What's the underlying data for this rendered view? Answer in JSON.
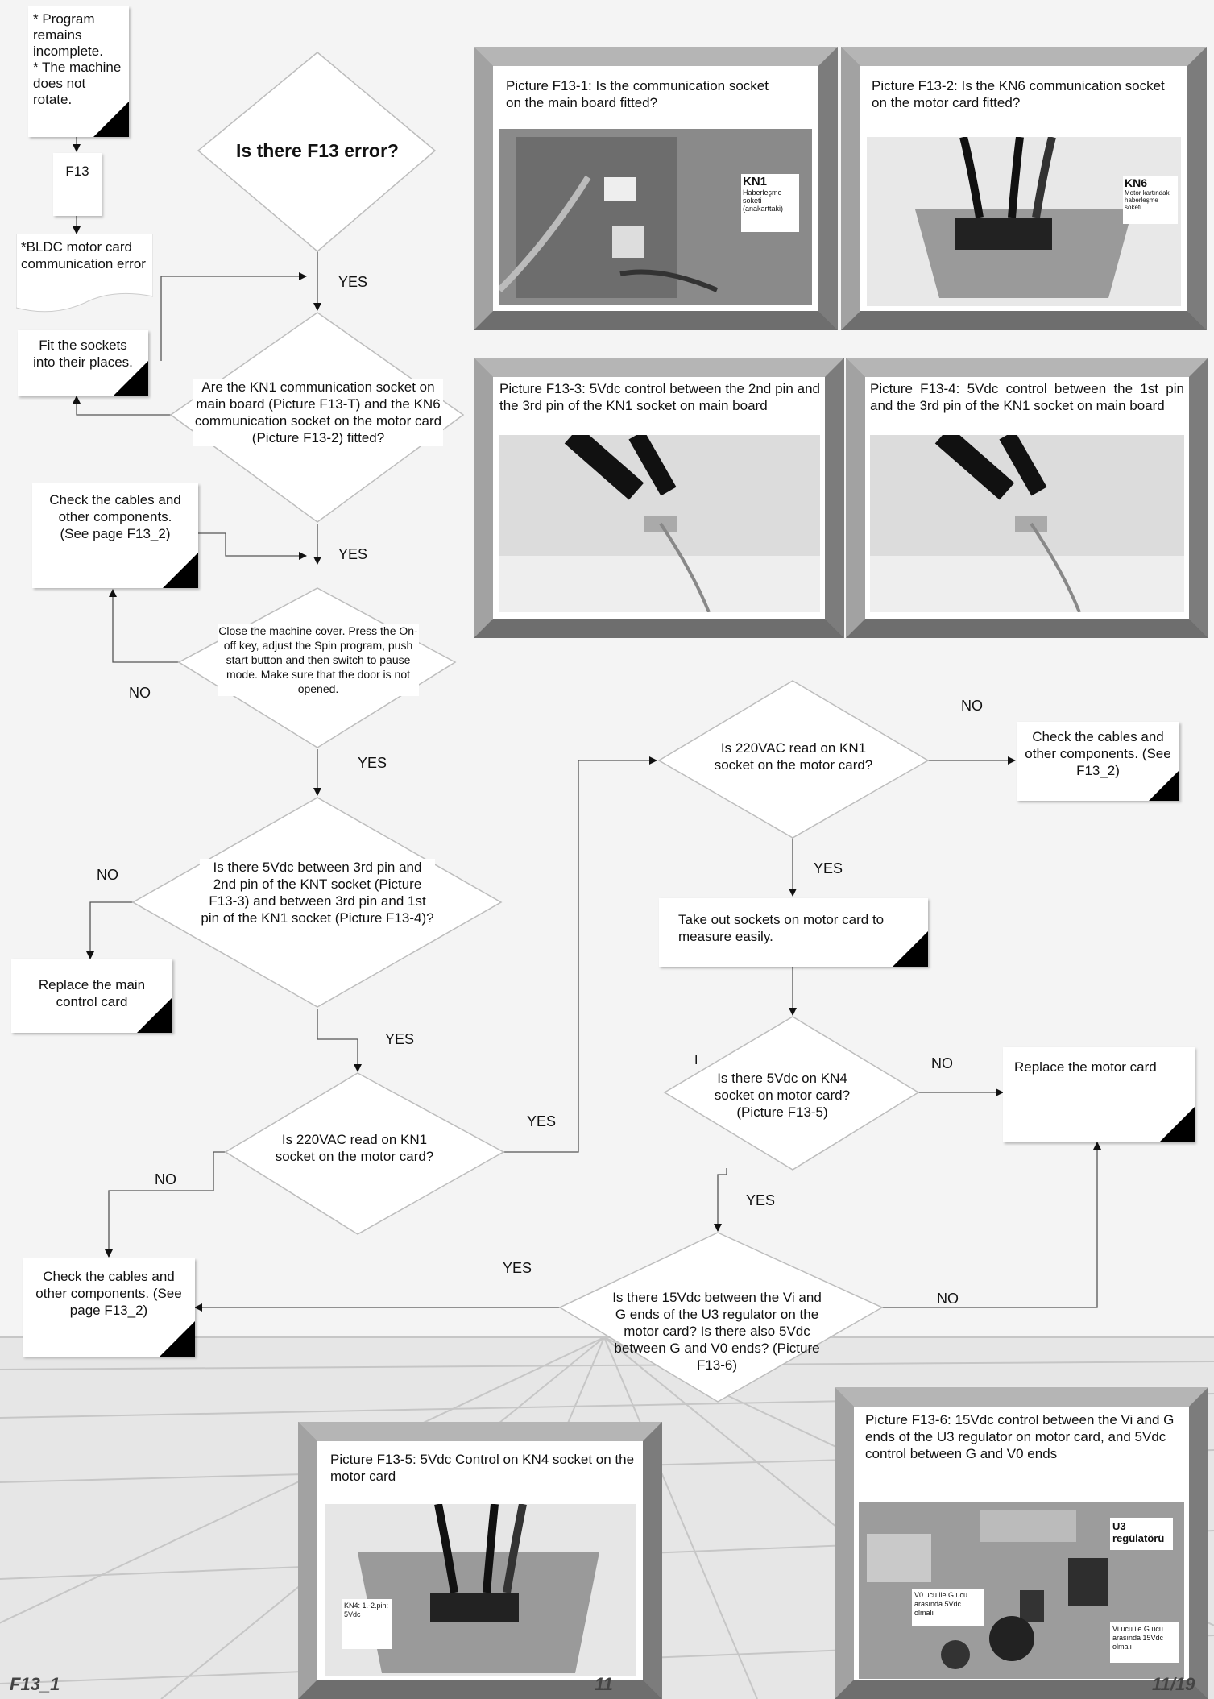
{
  "flow": {
    "symptoms": "* Program remains incomplete.\n* The machine does not rotate.",
    "error_code": "F13",
    "error_desc": "*BLDC motor card communication error",
    "q_f13": "Is there F13 error?",
    "fit_sockets": "Fit the sockets into their places.",
    "q_sockets": "Are the KN1 communication socket on main board (Picture F13-T) and the KN6 communication socket on the motor card (Picture F13-2) fitted?",
    "check_cables_1": "Check the cables and other components. (See page F13_2)",
    "close_cover": "Close the machine cover. Press the On-off key, adjust the Spin program, push start button and then switch to pause mode. Make sure that the door is not opened.",
    "q_5vdc_main": "Is there 5Vdc between 3rd pin and 2nd pin of the KNT socket (Picture F13-3) and between 3rd pin and 1st pin of the KN1 socket (Picture F13-4)?",
    "replace_main": "Replace the main control card",
    "q_220_left": "Is 220VAC read on KN1 socket on the motor card?",
    "check_cables_left": "Check the cables and other components. (See page F13_2)",
    "q_220_right": "Is 220VAC read on KN1 socket on the motor card?",
    "check_cables_right": "Check the cables and other components. (See F13_2)",
    "take_out": "Take out sockets on motor card to measure easily.",
    "q_kn4": "Is there 5Vdc on KN4 socket on motor card? (Picture F13-5)",
    "replace_motor": "Replace the motor card",
    "q_15vdc": "Is there 15Vdc between the Vi and G ends of the U3 regulator on the motor card? Is there also 5Vdc between G and V0 ends? (Picture F13-6)",
    "stray_mark": "I"
  },
  "labels": {
    "yes": "YES",
    "no": "NO"
  },
  "pictures": {
    "p1": {
      "caption": "Picture F13-1: Is the communication socket on the main board fitted?",
      "tag_title": "KN1",
      "tag_text": "Haberleşme soketi (anakarttaki)"
    },
    "p2": {
      "caption": "Picture F13-2: Is the KN6 communication socket on the motor card fitted?",
      "tag_title": "KN6",
      "tag_text": "Motor kartındaki haberleşme soketi"
    },
    "p3": {
      "caption": "Picture  F13-3: 5Vdc control between the 2nd pin and the 3rd pin of the KN1 socket on main board"
    },
    "p4": {
      "caption": "Picture  F13-4: 5Vdc control between the 1st pin and the 3rd pin of the KN1 socket on main board"
    },
    "p5": {
      "caption": "Picture  F13-5: 5Vdc Control on KN4 socket on the motor card",
      "tag_text": "KN4: 1.-2.pin: 5Vdc"
    },
    "p6": {
      "caption": "Picture  F13-6: 15Vdc control between the Vi and G ends of the U3 regulator on motor card, and 5Vdc control between G and V0 ends",
      "tag_u3": "U3 regülatörü",
      "tag_v0": "V0 ucu ile G ucu arasında 5Vdc olmalı",
      "tag_vi": "Vi ucu ile G ucu arasında 15Vdc olmalı"
    }
  },
  "footer": {
    "left": "F13_1",
    "center": "11",
    "right": "11/19"
  },
  "colors": {
    "frame": "#8f8f8f",
    "background": "#f4f4f4",
    "floor_lines": "#c8c8c8"
  }
}
